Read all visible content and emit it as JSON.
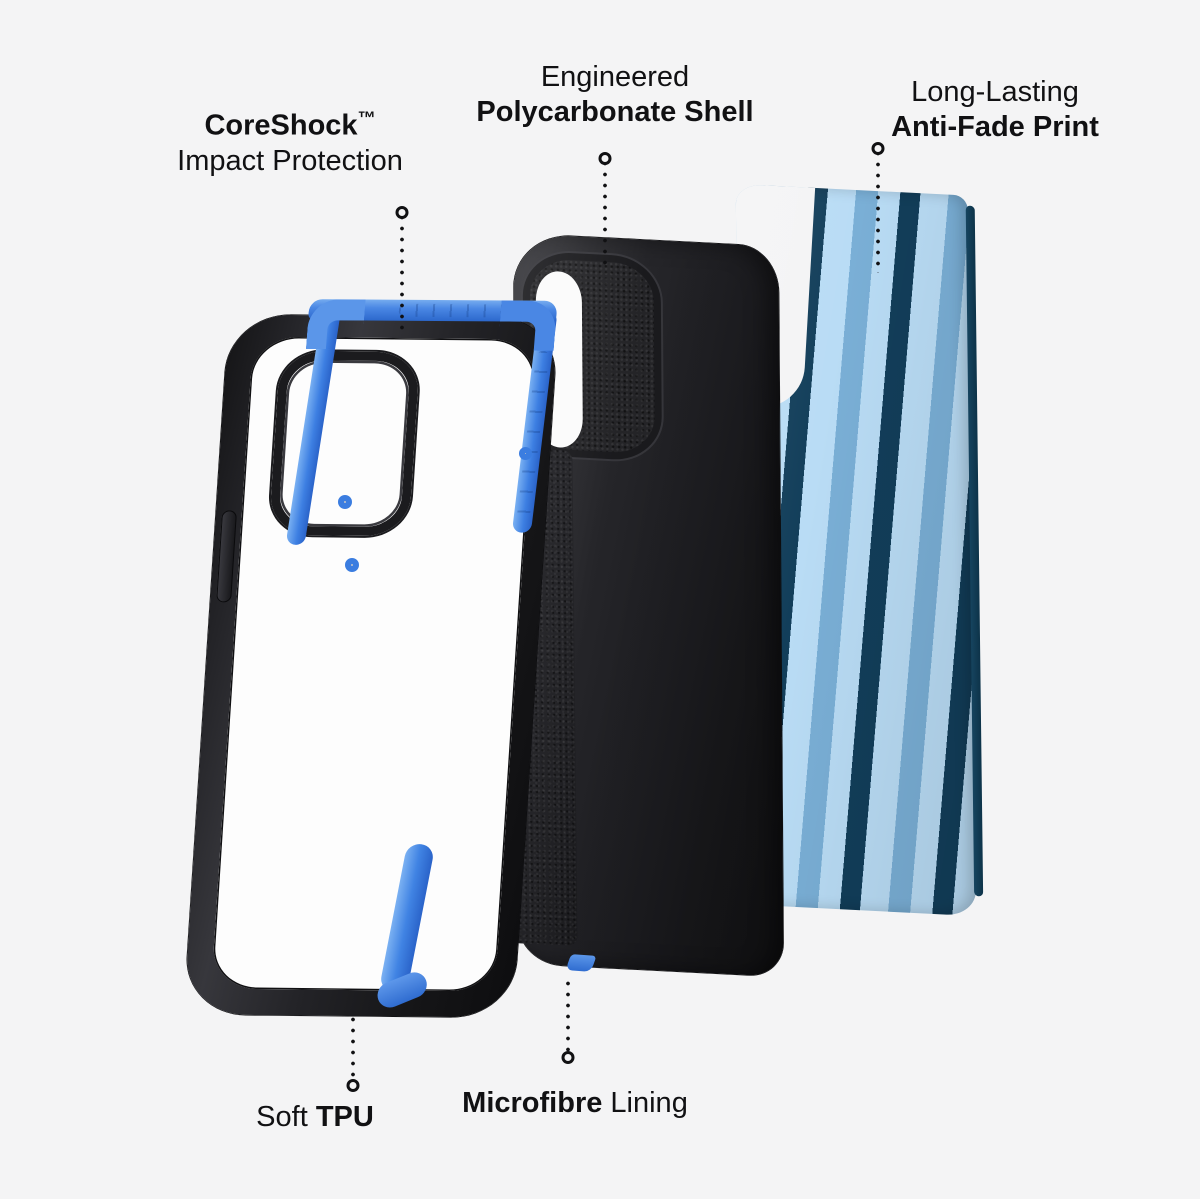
{
  "page": {
    "background_color": "#f4f4f5",
    "title": "Phone Case Exploded View",
    "text_color": "#111113"
  },
  "labels": [
    {
      "id": "coreshock",
      "line1": "CoreShock",
      "trademark": "™",
      "line2": "Impact Protection",
      "line1_weight": "bold",
      "line2_weight": "regular"
    },
    {
      "id": "polycarbonate",
      "line1": "Engineered",
      "line2": "Polycarbonate Shell",
      "line1_weight": "regular",
      "line2_weight": "bold"
    },
    {
      "id": "antifade",
      "line1": "Long-Lasting",
      "line2": "Anti-Fade Print",
      "line1_weight": "regular",
      "line2_weight": "bold"
    },
    {
      "id": "tpu",
      "part_a": "Soft ",
      "part_b": "TPU",
      "part_a_weight": "regular",
      "part_b_weight": "bold"
    },
    {
      "id": "microfibre",
      "part_a": "Microfibre",
      "part_b": " Lining",
      "part_a_weight": "bold",
      "part_b_weight": "regular"
    }
  ],
  "layers": [
    {
      "id": "tpu-bumper",
      "name": "Soft TPU bumper case",
      "color": "#1b1b1e",
      "accent_color": "#3b7de0"
    },
    {
      "id": "microfibre-lining",
      "name": "Microfibre Lining",
      "color": "#232326"
    },
    {
      "id": "polycarbonate-shell",
      "name": "Engineered Polycarbonate Shell",
      "color": "#202024"
    },
    {
      "id": "anti-fade-print",
      "name": "Long-Lasting Anti-Fade Print",
      "stripe_colors": [
        "#b9dcf5",
        "#7aafd6",
        "#123e5a"
      ]
    }
  ],
  "colors": {
    "background": "#f4f4f5",
    "text": "#111113",
    "blue_accent": "#3b7de0",
    "stripe_light": "#b9dcf5",
    "stripe_mid": "#7aafd6",
    "stripe_dark": "#123e5a",
    "case_black": "#1b1b1e"
  },
  "leader_lines": [
    {
      "id": "coreshock",
      "marker": "ring-top"
    },
    {
      "id": "polycarbonate",
      "marker": "ring-top"
    },
    {
      "id": "antifade",
      "marker": "ring-top"
    },
    {
      "id": "tpu",
      "marker": "ring-bottom"
    },
    {
      "id": "microfibre",
      "marker": "ring-bottom"
    }
  ]
}
